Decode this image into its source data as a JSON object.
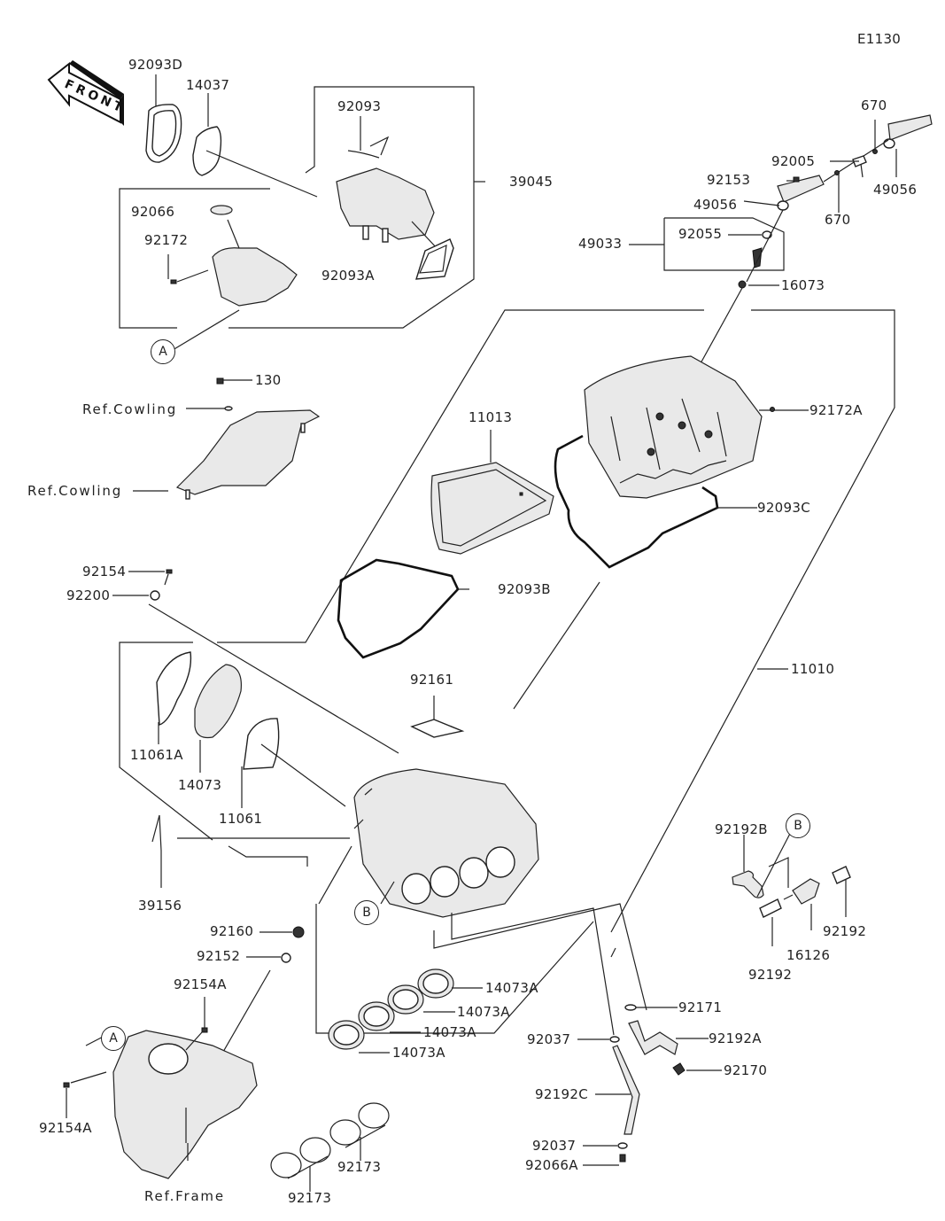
{
  "diagram": {
    "code": "E1130",
    "front_arrow_label": "FRONT",
    "labels": {
      "p92093D": "92093D",
      "p14037": "14037",
      "p92093": "92093",
      "p39045": "39045",
      "p92066": "92066",
      "p92172": "92172",
      "p92093A": "92093A",
      "p670a": "670",
      "p92005": "92005",
      "p92153": "92153",
      "p49056a": "49056",
      "p49056b": "49056",
      "p670b": "670",
      "p49033": "49033",
      "p92055": "92055",
      "p16073": "16073",
      "p130": "130",
      "refCowling1": "Ref.Cowling",
      "refCowling2": "Ref.Cowling",
      "p11013": "11013",
      "p92172A": "92172A",
      "p92093C": "92093C",
      "p92154": "92154",
      "p92200": "92200",
      "p92093B": "92093B",
      "p11010": "11010",
      "p92161": "92161",
      "p11061A": "11061A",
      "p14073": "14073",
      "p11061": "11061",
      "p39156": "39156",
      "p92192B": "92192B",
      "p92192a": "92192",
      "p16126": "16126",
      "p92192b": "92192",
      "p92160": "92160",
      "p92152": "92152",
      "p92154A1": "92154A",
      "p92154A2": "92154A",
      "p14073A1": "14073A",
      "p14073A2": "14073A",
      "p14073A3": "14073A",
      "p14073A4": "14073A",
      "p92171": "92171",
      "p92037a": "92037",
      "p92192A": "92192A",
      "p92170": "92170",
      "p92192C": "92192C",
      "p92037b": "92037",
      "p92066A": "92066A",
      "refFrame": "Ref.Frame",
      "p92173a": "92173",
      "p92173b": "92173"
    },
    "callouts": {
      "A_top": "A",
      "A_bottom": "A",
      "B_left": "B",
      "B_right": "B"
    }
  }
}
